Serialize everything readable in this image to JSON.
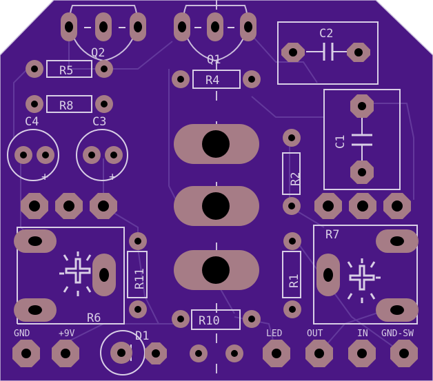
{
  "colors": {
    "board": "#4a1784",
    "copper": "#a67c86",
    "silk": "#d9cfe6",
    "trace": "#6a42a2",
    "hole": "#000000"
  },
  "components": {
    "q1": "Q1",
    "q2": "Q2",
    "c1": "C1",
    "c2": "C2",
    "c3": "C3",
    "c4": "C4",
    "d1": "D1",
    "r1": "R1",
    "r2": "R2",
    "r4": "R4",
    "r5": "R5",
    "r6": "R6",
    "r7": "R7",
    "r8": "R8",
    "r10": "R10",
    "r11": "R11"
  },
  "connectors": {
    "gnd": "GND",
    "v9": "+9V",
    "led": "LED",
    "out": "OUT",
    "in": "IN",
    "gnd_sw": "GND-SW"
  },
  "polarity": {
    "c3_plus": "+",
    "c4_plus": "+"
  }
}
